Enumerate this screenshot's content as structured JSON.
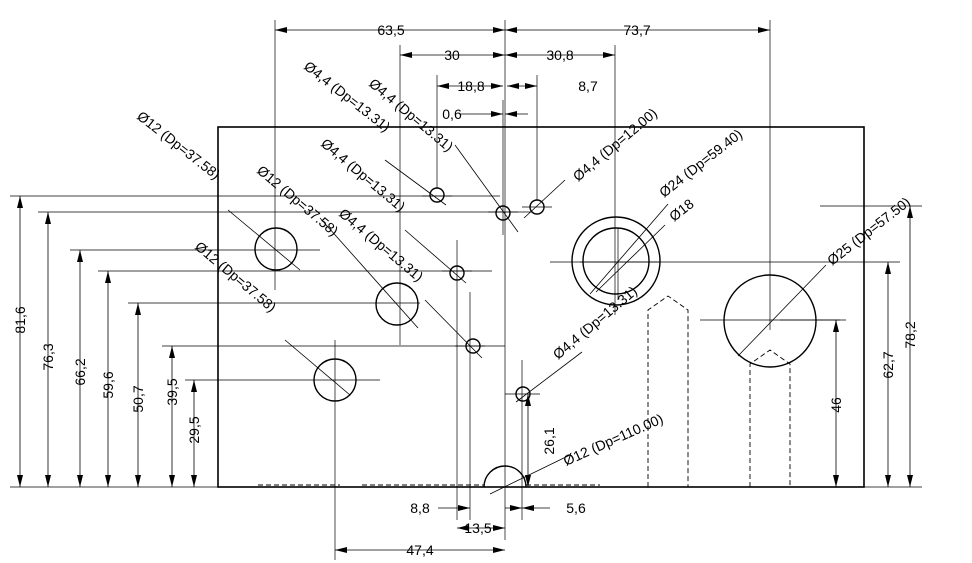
{
  "top_dimensions": [
    {
      "id": "d63_5",
      "text": "63,5"
    },
    {
      "id": "d73_7",
      "text": "73,7"
    },
    {
      "id": "d30",
      "text": "30"
    },
    {
      "id": "d30_8",
      "text": "30,8"
    },
    {
      "id": "d18_8",
      "text": "18,8"
    },
    {
      "id": "d8_7",
      "text": "8,7"
    },
    {
      "id": "d0_6",
      "text": "0,6"
    }
  ],
  "left_dimensions": [
    {
      "id": "d81_6",
      "text": "81,6"
    },
    {
      "id": "d76_3",
      "text": "76,3"
    },
    {
      "id": "d66_2",
      "text": "66,2"
    },
    {
      "id": "d59_6",
      "text": "59,6"
    },
    {
      "id": "d50_7",
      "text": "50,7"
    },
    {
      "id": "d39_5",
      "text": "39,5"
    },
    {
      "id": "d29_5",
      "text": "29,5"
    }
  ],
  "right_dimensions": [
    {
      "id": "d46",
      "text": "46"
    },
    {
      "id": "d62_7",
      "text": "62,7"
    },
    {
      "id": "d78_2",
      "text": "78,2"
    }
  ],
  "bottom_dimensions": [
    {
      "id": "d8_8",
      "text": "8,8"
    },
    {
      "id": "d5_6",
      "text": "5,6"
    },
    {
      "id": "d13_5",
      "text": "13,5"
    },
    {
      "id": "d47_4",
      "text": "47,4"
    },
    {
      "id": "d26_1",
      "text": "26,1"
    }
  ],
  "hole_callouts": [
    {
      "id": "c12_a",
      "text": "Ø12  (Dp=37.58)"
    },
    {
      "id": "c12_b",
      "text": "Ø12  (Dp=37.58)"
    },
    {
      "id": "c12_c",
      "text": "Ø12  (Dp=37.58)"
    },
    {
      "id": "c44_a",
      "text": "Ø4,4  (Dp=13.31)"
    },
    {
      "id": "c44_b",
      "text": "Ø4,4  (Dp=13.31)"
    },
    {
      "id": "c44_c",
      "text": "Ø4,4  (Dp=13.31)"
    },
    {
      "id": "c44_d",
      "text": "Ø4,4  (Dp=13.31)"
    },
    {
      "id": "c44_e",
      "text": "Ø4,4  (Dp=13.31)"
    },
    {
      "id": "c44_f",
      "text": "Ø4,4  (Dp=12.00)"
    },
    {
      "id": "c24",
      "text": "Ø24  (Dp=59.40)"
    },
    {
      "id": "c18",
      "text": "Ø18"
    },
    {
      "id": "c25",
      "text": "Ø25  (Dp=57.50)"
    },
    {
      "id": "c12_bottom",
      "text": "Ø12  (Dp=110.00)"
    }
  ]
}
